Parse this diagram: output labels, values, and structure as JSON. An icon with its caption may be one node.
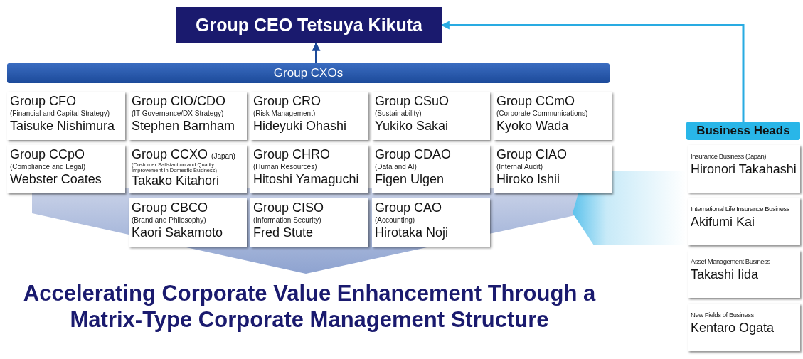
{
  "diagram": {
    "caption": "Accelerating Corporate Value Enhancement Through a Matrix-Type Corporate Management Structure",
    "nodes": [
      {
        "text": [
          "Group CEO Tetsuya Kikuta"
        ]
      },
      {
        "text": [
          "Group CXOs"
        ]
      },
      {
        "text": [
          "Group CFO",
          "(Financial and Capital Strategy)",
          "Taisuke Nishimura"
        ]
      },
      {
        "text": [
          "Group CIO/CDO",
          "(IT Governance/DX Strategy)",
          "Stephen Barnham"
        ]
      },
      {
        "text": [
          "Group CRO",
          "(Risk Management)",
          "Hideyuki Ohashi"
        ]
      },
      {
        "text": [
          "Group CSuO",
          "(Sustainability)",
          "Yukiko Sakai"
        ]
      },
      {
        "text": [
          "Group CCmO",
          "(Corporate Communications)",
          "Kyoko Wada"
        ]
      },
      {
        "text": [
          "Group CCpO",
          "(Compliance and Legal)",
          "Webster Coates"
        ]
      },
      {
        "text": [
          "Group CCXO",
          "(Japan)",
          "(Customer Satisfaction and Quality Improvement in Domestic Business)",
          "Takako Kitahori"
        ]
      },
      {
        "text": [
          "Group CHRO",
          "(Human Resources)",
          "Hitoshi Yamaguchi"
        ]
      },
      {
        "text": [
          "Group CDAO",
          "(Data and AI)",
          "Figen Ulgen"
        ]
      },
      {
        "text": [
          "Group CIAO",
          "(Internal Audit)",
          "Hiroko Ishii"
        ]
      },
      {
        "text": [
          "Group CBCO",
          "(Brand and Philosophy)",
          "Kaori Sakamoto"
        ]
      },
      {
        "text": [
          "Group CISO",
          "(Information Security)",
          "Fred Stute"
        ]
      },
      {
        "text": [
          "Group CAO",
          "(Accounting)",
          "Hirotaka Noji"
        ]
      },
      {
        "text": [
          "Business Heads"
        ]
      },
      {
        "text": [
          "Insurance Business (Japan)",
          "Hironori Takahashi"
        ]
      },
      {
        "text": [
          "International Life Insurance Business",
          "Akifumi Kai"
        ]
      },
      {
        "text": [
          "Asset Management Business",
          "Takashi Iida"
        ]
      },
      {
        "text": [
          "New Fields of Business",
          "Kentaro Ogata"
        ]
      }
    ],
    "edges": [
      {
        "from": 1,
        "to": 0,
        "arrow": "to"
      },
      {
        "from": 15,
        "to": 0,
        "arrow": "to",
        "color": "#29abe2"
      }
    ]
  }
}
